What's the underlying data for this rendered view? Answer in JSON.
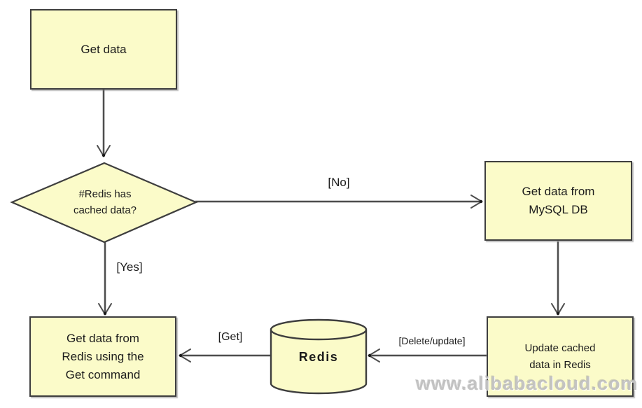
{
  "colors": {
    "background": "#ffffff",
    "node_fill": "#fbfbc9",
    "node_border": "#3e3e3e",
    "edge_dark": "#4d4d4d",
    "edge_highlight": "#cfcfcf",
    "text": "#1c1c1c",
    "watermark": "#bababa"
  },
  "nodes": {
    "get_data": {
      "label": "Get data"
    },
    "decision": {
      "lines": [
        "#Redis has",
        "cached data?"
      ]
    },
    "mysql": {
      "lines": [
        "Get data from",
        "MySQL DB"
      ]
    },
    "get_from_redis": {
      "lines": [
        "Get data from",
        "Redis using the",
        "Get command"
      ]
    },
    "redis_store": {
      "label": "Redis"
    },
    "update_cache": {
      "lines": [
        "Update cached",
        "data in Redis"
      ]
    }
  },
  "edge_labels": {
    "no": "[No]",
    "yes": "[Yes]",
    "get": "[Get]",
    "delete_update": "[Delete/update]"
  },
  "watermark": "www.alibabacloud.com"
}
